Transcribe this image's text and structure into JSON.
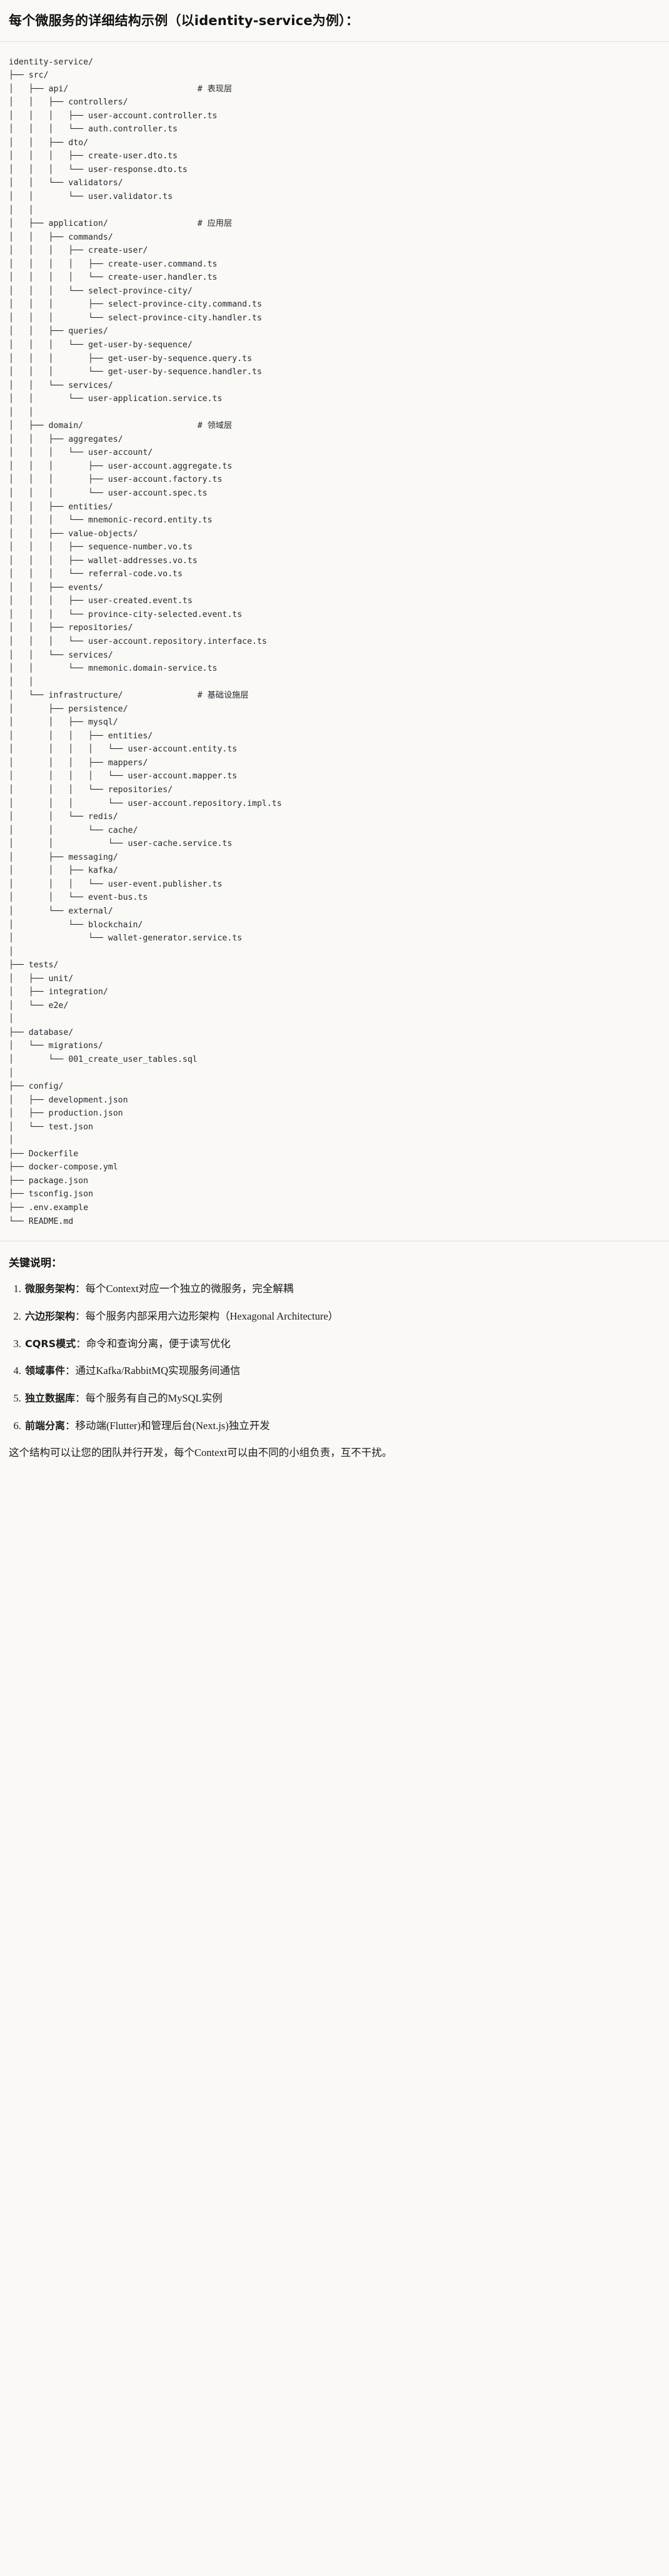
{
  "header": {
    "title": "每个微服务的详细结构示例（以identity-service为例）："
  },
  "tree": {
    "root": "identity-service/",
    "text": "identity-service/\n├── src/\n│   ├── api/                          # 表现层\n│   │   ├── controllers/\n│   │   │   ├── user-account.controller.ts\n│   │   │   └── auth.controller.ts\n│   │   ├── dto/\n│   │   │   ├── create-user.dto.ts\n│   │   │   └── user-response.dto.ts\n│   │   └── validators/\n│   │       └── user.validator.ts\n│   │\n│   ├── application/                  # 应用层\n│   │   ├── commands/\n│   │   │   ├── create-user/\n│   │   │   │   ├── create-user.command.ts\n│   │   │   │   └── create-user.handler.ts\n│   │   │   └── select-province-city/\n│   │   │       ├── select-province-city.command.ts\n│   │   │       └── select-province-city.handler.ts\n│   │   ├── queries/\n│   │   │   └── get-user-by-sequence/\n│   │   │       ├── get-user-by-sequence.query.ts\n│   │   │       └── get-user-by-sequence.handler.ts\n│   │   └── services/\n│   │       └── user-application.service.ts\n│   │\n│   ├── domain/                       # 领域层\n│   │   ├── aggregates/\n│   │   │   └── user-account/\n│   │   │       ├── user-account.aggregate.ts\n│   │   │       ├── user-account.factory.ts\n│   │   │       └── user-account.spec.ts\n│   │   ├── entities/\n│   │   │   └── mnemonic-record.entity.ts\n│   │   ├── value-objects/\n│   │   │   ├── sequence-number.vo.ts\n│   │   │   ├── wallet-addresses.vo.ts\n│   │   │   └── referral-code.vo.ts\n│   │   ├── events/\n│   │   │   ├── user-created.event.ts\n│   │   │   └── province-city-selected.event.ts\n│   │   ├── repositories/\n│   │   │   └── user-account.repository.interface.ts\n│   │   └── services/\n│   │       └── mnemonic.domain-service.ts\n│   │\n│   └── infrastructure/               # 基础设施层\n│       ├── persistence/\n│       │   ├── mysql/\n│       │   │   ├── entities/\n│       │   │   │   └── user-account.entity.ts\n│       │   │   ├── mappers/\n│       │   │   │   └── user-account.mapper.ts\n│       │   │   └── repositories/\n│       │   │       └── user-account.repository.impl.ts\n│       │   └── redis/\n│       │       └── cache/\n│       │           └── user-cache.service.ts\n│       ├── messaging/\n│       │   ├── kafka/\n│       │   │   └── user-event.publisher.ts\n│       │   └── event-bus.ts\n│       └── external/\n│           └── blockchain/\n│               └── wallet-generator.service.ts\n│\n├── tests/\n│   ├── unit/\n│   ├── integration/\n│   └── e2e/\n│\n├── database/\n│   └── migrations/\n│       └── 001_create_user_tables.sql\n│\n├── config/\n│   ├── development.json\n│   ├── production.json\n│   └── test.json\n│\n├── Dockerfile\n├── docker-compose.yml\n├── package.json\n├── tsconfig.json\n├── .env.example\n└── README.md",
    "layer_comments": [
      "# 表现层",
      "# 应用层",
      "# 领域层",
      "# 基础设施层"
    ]
  },
  "notes": {
    "title": "关键说明：",
    "items": [
      {
        "term": "微服务架构",
        "sep": "：",
        "desc": "每个Context对应一个独立的微服务，完全解耦"
      },
      {
        "term": "六边形架构",
        "sep": "：",
        "desc": "每个服务内部采用六边形架构（Hexagonal Architecture）"
      },
      {
        "term": "CQRS模式",
        "sep": "：",
        "desc": "命令和查询分离，便于读写优化"
      },
      {
        "term": "领域事件",
        "sep": "：",
        "desc": "通过Kafka/RabbitMQ实现服务间通信"
      },
      {
        "term": "独立数据库",
        "sep": "：",
        "desc": "每个服务有自己的MySQL实例"
      },
      {
        "term": "前端分离",
        "sep": "：",
        "desc": "移动端(Flutter)和管理后台(Next.js)独立开发"
      }
    ],
    "closing": "这个结构可以让您的团队并行开发，每个Context可以由不同的小组负责，互不干扰。"
  },
  "colors": {
    "background": "#faf9f6",
    "text": "#1a1a1a",
    "code_text": "#24292e",
    "divider": "#e3e1dc"
  }
}
